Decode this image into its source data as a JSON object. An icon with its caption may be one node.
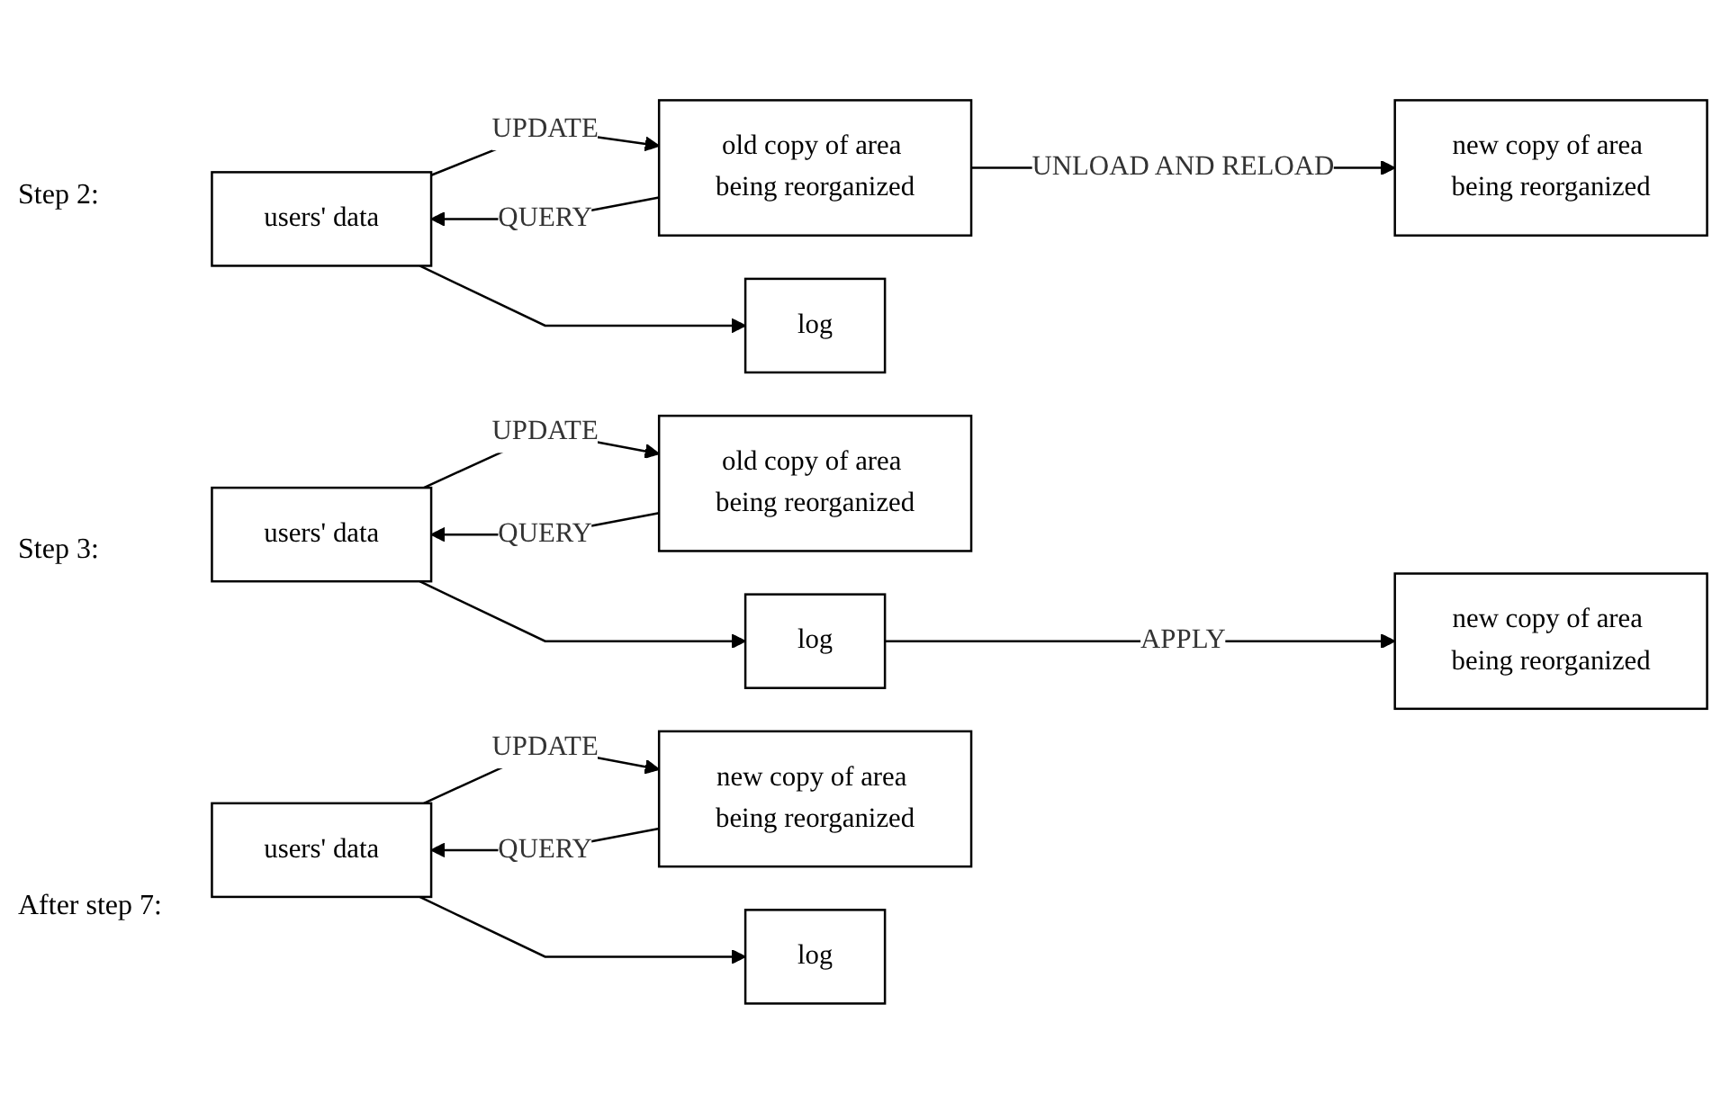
{
  "diagram": {
    "nodes": [
      {
        "text": [
          "users' data"
        ]
      },
      {
        "text": [
          "old copy of area being reorganized"
        ]
      },
      {
        "text": [
          "new copy of area being reorganized"
        ]
      },
      {
        "text": [
          "log"
        ]
      },
      {
        "text": [
          "users' data"
        ]
      },
      {
        "text": [
          "old copy of area being reorganized"
        ]
      },
      {
        "text": [
          "new copy of area being reorganized"
        ]
      },
      {
        "text": [
          "log"
        ]
      },
      {
        "text": [
          "users' data"
        ]
      },
      {
        "text": [
          "new copy of area being reorganized"
        ]
      },
      {
        "text": [
          "log"
        ]
      }
    ],
    "edges": [
      {
        "from": 1,
        "to": 0,
        "arrow": "to",
        "label": "QUERY"
      },
      {
        "from": 0,
        "to": 1,
        "arrow": "to",
        "label": "UPDATE"
      },
      {
        "from": 1,
        "to": 2,
        "arrow": "to",
        "label": "UNLOAD AND RELOAD"
      },
      {
        "from": 0,
        "to": 3,
        "arrow": "to"
      },
      {
        "from": 5,
        "to": 4,
        "arrow": "to",
        "label": "QUERY"
      },
      {
        "from": 4,
        "to": 5,
        "arrow": "to",
        "label": "UPDATE"
      },
      {
        "from": 4,
        "to": 7,
        "arrow": "to"
      },
      {
        "from": 7,
        "to": 6,
        "arrow": "to",
        "label": "APPLY"
      },
      {
        "from": 9,
        "to": 8,
        "arrow": "to",
        "label": "QUERY"
      },
      {
        "from": 8,
        "to": 9,
        "arrow": "to",
        "label": "UPDATE"
      },
      {
        "from": 8,
        "to": 10,
        "arrow": "to"
      }
    ],
    "labels": [
      "Step 2:",
      "Step 3:",
      "After step 7:"
    ]
  }
}
